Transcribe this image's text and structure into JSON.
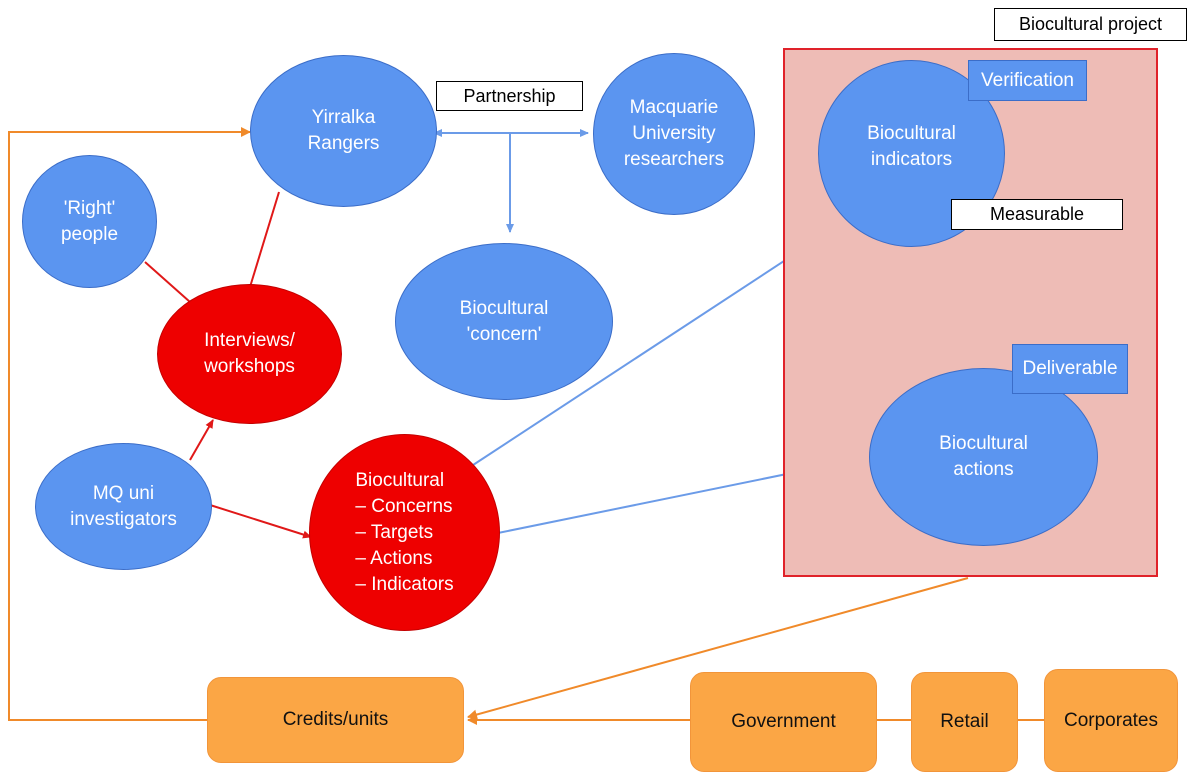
{
  "labels": {
    "biocultural_project": "Biocultural project",
    "partnership": "Partnership",
    "measurable": "Measurable"
  },
  "tags": {
    "verification": "Verification",
    "deliverable": "Deliverable"
  },
  "nodes": {
    "yirralka": [
      "Yirralka",
      "Rangers"
    ],
    "macquarie": [
      "Macquarie",
      "University",
      "researchers"
    ],
    "right_people": [
      "'Right'",
      "people"
    ],
    "concern": [
      "Biocultural",
      "'concern'"
    ],
    "interviews": [
      "Interviews/",
      "workshops"
    ],
    "mq_investigators": [
      "MQ uni",
      "investigators"
    ],
    "biocultural_list": {
      "title": "Biocultural",
      "items": [
        "– Concerns",
        "– Targets",
        "– Actions",
        "– Indicators"
      ]
    },
    "indicators": [
      "Biocultural",
      "indicators"
    ],
    "actions": [
      "Biocultural",
      "actions"
    ],
    "credits": "Credits/units",
    "government": "Government",
    "retail": "Retail",
    "corporates": "Corporates"
  },
  "colors": {
    "blue": "#5b95f0",
    "red": "#ee0000",
    "orange": "#fba645",
    "project_fill": "#eebcb6",
    "project_border": "#e0222a",
    "arrow_blue": "#6b9be8",
    "arrow_red": "#e01818",
    "arrow_orange": "#f08a2a"
  }
}
